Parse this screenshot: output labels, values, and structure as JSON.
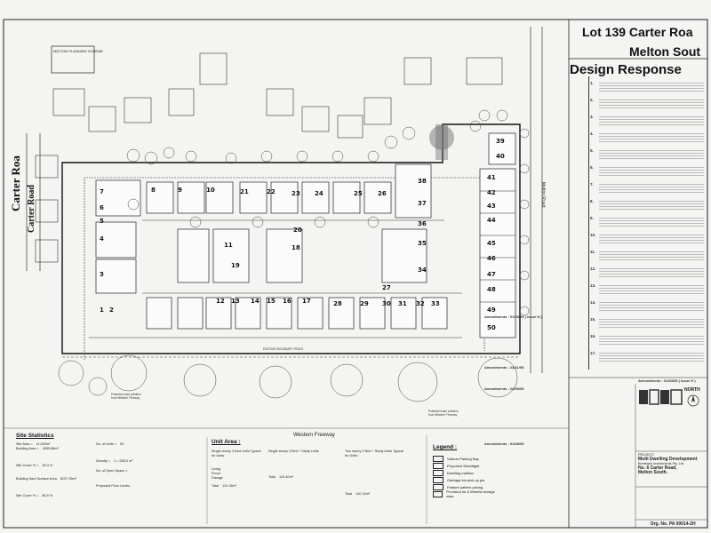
{
  "sheet": {
    "title_line1": "Lot 139 Carter Roa",
    "title_line2": "Melton Sout",
    "heading": "Design Response",
    "planning_box": "MELTON PLANNING SCHEME",
    "road_carter_1": "Carter Roa",
    "road_carter_2": "Carter Road",
    "road_melton": "Melton Road",
    "western_freeway": "Western Freeway"
  },
  "lots": [
    "1",
    "2",
    "3",
    "4",
    "5",
    "6",
    "7",
    "8",
    "9",
    "10",
    "11",
    "12",
    "13",
    "14",
    "15",
    "16",
    "17",
    "18",
    "19",
    "20",
    "21",
    "22",
    "23",
    "24",
    "25",
    "26",
    "27",
    "28",
    "29",
    "30",
    "31",
    "32",
    "33",
    "34",
    "35",
    "36",
    "37",
    "38",
    "39",
    "40",
    "41",
    "42",
    "43",
    "44",
    "45",
    "46",
    "47",
    "48",
    "49",
    "50"
  ],
  "site_statistics": {
    "title": "Site Statistics",
    "rows": [
      {
        "label": "Site Area =",
        "value": "11,530m²"
      },
      {
        "label": "Building Area =",
        "value": "4535.88m²"
      },
      {
        "label": "Site Cover % =",
        "value": "39.3 %"
      },
      {
        "label": "Building Hard Surface Area",
        "value": "8127.39m²"
      },
      {
        "label": "Site Cover % =",
        "value": "80.9 %"
      }
    ],
    "units_label": "No. of Units =",
    "units_value": "50",
    "density_label": "Density =",
    "density_value": "1 = 256.6 m²",
    "open_space_label": "No. of Open Space =",
    "parking_label": "Proposed Floor Levels"
  },
  "unit_area": {
    "title": "Unit Area :",
    "col1_head": "Single storey 3 Bed Units Typical for Units :",
    "col2_head": "Single storey 3 Bed + Study Units",
    "col3_head": "Two storey 3 Bed + Study Units Typical for Units :",
    "living_label": "Living",
    "porch_label": "Porch",
    "garage_label": "Garage",
    "total_label": "Total",
    "col1_total": "110.15m²",
    "col2_total": "124.40m²",
    "col3_total": "140.15m²"
  },
  "legend": {
    "title": "Legend :",
    "items": [
      "Visitors Parking Bay",
      "Proposed Streetlight",
      "Dwelling mailbox",
      "Garbage bin pick up pts",
      "Feature pattern paving",
      "Provision for 6 Wheels storage area"
    ]
  },
  "amendments": {
    "a1": "Amendments : 01/09/05 ( Issue H )",
    "a2": "Amendments : 24/11/05",
    "a3": "Amendments : 24/09/05",
    "a4": "Amendments : 01/08/05",
    "a5": "Amendments : 01/04/05 ( Issue H )"
  },
  "title_block": {
    "north": "NORTH",
    "project_label": "PROJECT:",
    "project": "Multi Dwelling Development",
    "client": "Brimbank Investments Pty. Ltd.",
    "address": "No. 6 Carter Road,",
    "suburb": "Melton South.",
    "drg_no": "Drg. No. PA 00014-2H"
  },
  "design_responses": [
    "1.",
    "2.",
    "3.",
    "4.",
    "5.",
    "6.",
    "7.",
    "8.",
    "9.",
    "10.",
    "11.",
    "12.",
    "13.",
    "14.",
    "15.",
    "16.",
    "17."
  ],
  "notes": {
    "potential_noise_1": "Potential noise pollution from Western Freeway",
    "potential_noise_2": "Potential noise pollution from Western Freeway",
    "existing_fence": "EXISTING BOUNDARY FENCE"
  }
}
